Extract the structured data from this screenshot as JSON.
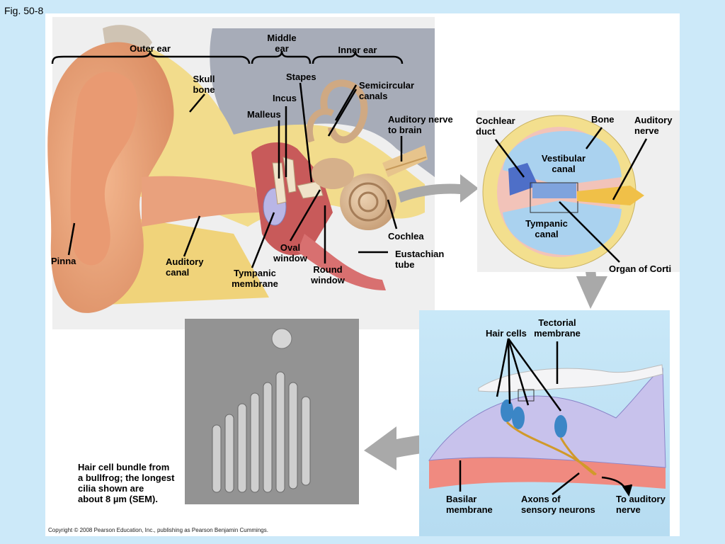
{
  "figure": {
    "title": "Fig. 50-8",
    "copyright": "Copyright © 2008 Pearson Education, Inc., publishing as Pearson Benjamin Cummings."
  },
  "ear_diagram": {
    "regions": {
      "outer_ear": "Outer ear",
      "middle_ear": "Middle\near",
      "inner_ear": "Inner ear"
    },
    "labels": {
      "skull_bone": "Skull\nbone",
      "stapes": "Stapes",
      "semicircular_canals": "Semicircular\ncanals",
      "incus": "Incus",
      "malleus": "Malleus",
      "auditory_nerve_to_brain": "Auditory nerve\nto brain",
      "cochlea": "Cochlea",
      "oval_window": "Oval\nwindow",
      "eustachian_tube": "Eustachian\ntube",
      "pinna": "Pinna",
      "auditory_canal": "Auditory\ncanal",
      "tympanic_membrane": "Tympanic\nmembrane",
      "round_window": "Round\nwindow"
    }
  },
  "cochlea_section": {
    "labels": {
      "cochlear_duct": "Cochlear\nduct",
      "bone": "Bone",
      "auditory_nerve": "Auditory\nnerve",
      "vestibular_canal": "Vestibular\ncanal",
      "tympanic_canal": "Tympanic\ncanal",
      "organ_of_corti": "Organ of Corti"
    }
  },
  "organ_of_corti": {
    "labels": {
      "tectorial_membrane": "Tectorial\nmembrane",
      "hair_cells": "Hair cells",
      "basilar_membrane": "Basilar\nmembrane",
      "axons": "Axons of\nsensory neurons",
      "to_auditory_nerve": "To auditory\nnerve"
    }
  },
  "micrograph": {
    "caption": "Hair cell bundle from\na bullfrog; the longest\ncilia shown are\nabout 8 µm (SEM)."
  },
  "colors": {
    "page_bg": "#cce9f9",
    "panel_bg": "#ffffff",
    "ear_panel_bg": "#efefef",
    "corti_panel_bg": "#bfe3f5",
    "arrow_gray": "#a9a9a9",
    "skin": "#e8a27c",
    "bone_yellow": "#f2dc8c",
    "canal_blue": "#9fb6e2",
    "cochlea_tan": "#d9b58f"
  }
}
